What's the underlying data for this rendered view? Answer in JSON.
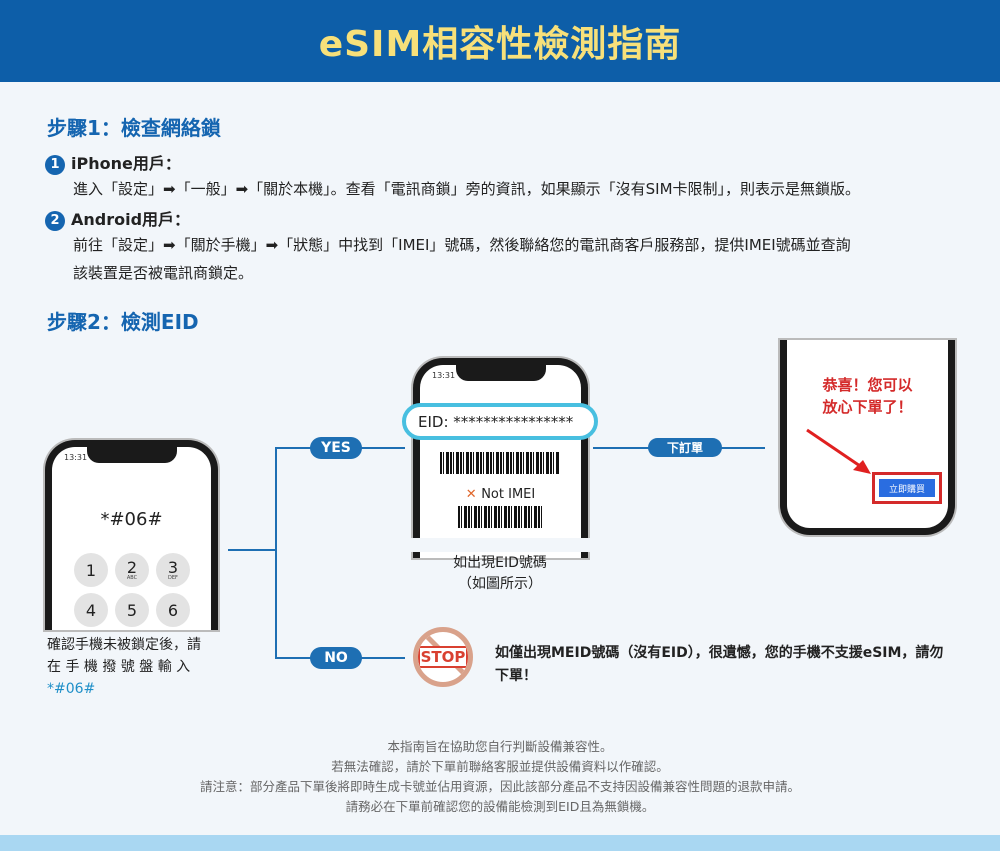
{
  "header": {
    "title": "eSIM相容性檢測指南"
  },
  "step1": {
    "heading": "步驟1：檢查網絡鎖",
    "items": [
      {
        "num": "1",
        "title": "iPhone用戶：",
        "lines": [
          "進入「設定」➡「一般」➡「關於本機」。查看「電訊商鎖」旁的資訊，如果顯示「沒有SIM卡限制」，則表示是無鎖版。"
        ]
      },
      {
        "num": "2",
        "title": "Android用戶：",
        "lines": [
          "前往「設定」➡「關於手機」➡「狀態」中找到「IMEI」號碼，然後聯絡您的電訊商客戶服務部，提供IMEI號碼並查詢",
          "該裝置是否被電訊商鎖定。"
        ]
      }
    ]
  },
  "step2": {
    "heading": "步驟2：檢測EID",
    "dialer": {
      "time": "13:31",
      "code": "*#06#",
      "keys": [
        "1",
        "2",
        "3",
        "4",
        "5",
        "6"
      ],
      "key_letters": [
        "",
        "ABC",
        "DEF"
      ],
      "caption_lines": [
        "確認手機未被鎖定後，請",
        "在 手 機 撥 號 盤 輸 入"
      ],
      "caption_code": "*#06#"
    },
    "yes_label": "YES",
    "no_label": "NO",
    "eid_phone": {
      "time": "13:31",
      "eid": "EID: ****************",
      "not_imei": "Not IMEI",
      "caption_lines": [
        "如出現EID號碼",
        "（如圖所示）"
      ]
    },
    "order_label": "下訂單",
    "success_phone": {
      "message_lines": [
        "恭喜！您可以",
        "放心下單了！"
      ],
      "buy_button": "立即購買"
    },
    "stop_icon_text": "STOP",
    "no_message_lines": [
      "如僅出現MEID號碼（沒有EID），很遺憾，您的手機不支援eSIM，請勿",
      "下單！"
    ]
  },
  "footer": {
    "lines": [
      "本指南旨在協助您自行判斷設備兼容性。",
      "若無法確認，請於下單前聯絡客服並提供設備資料以作確認。",
      "請注意：部分產品下單後將即時生成卡號並佔用資源，因此該部分產品不支持因設備兼容性問題的退款申請。",
      "請務必在下單前確認您的設備能檢測到EID且為無鎖機。"
    ]
  },
  "colors": {
    "header": "#0d5ea8",
    "title": "#f7e07a",
    "accent": "#1565b0",
    "red": "#d42a2a"
  }
}
